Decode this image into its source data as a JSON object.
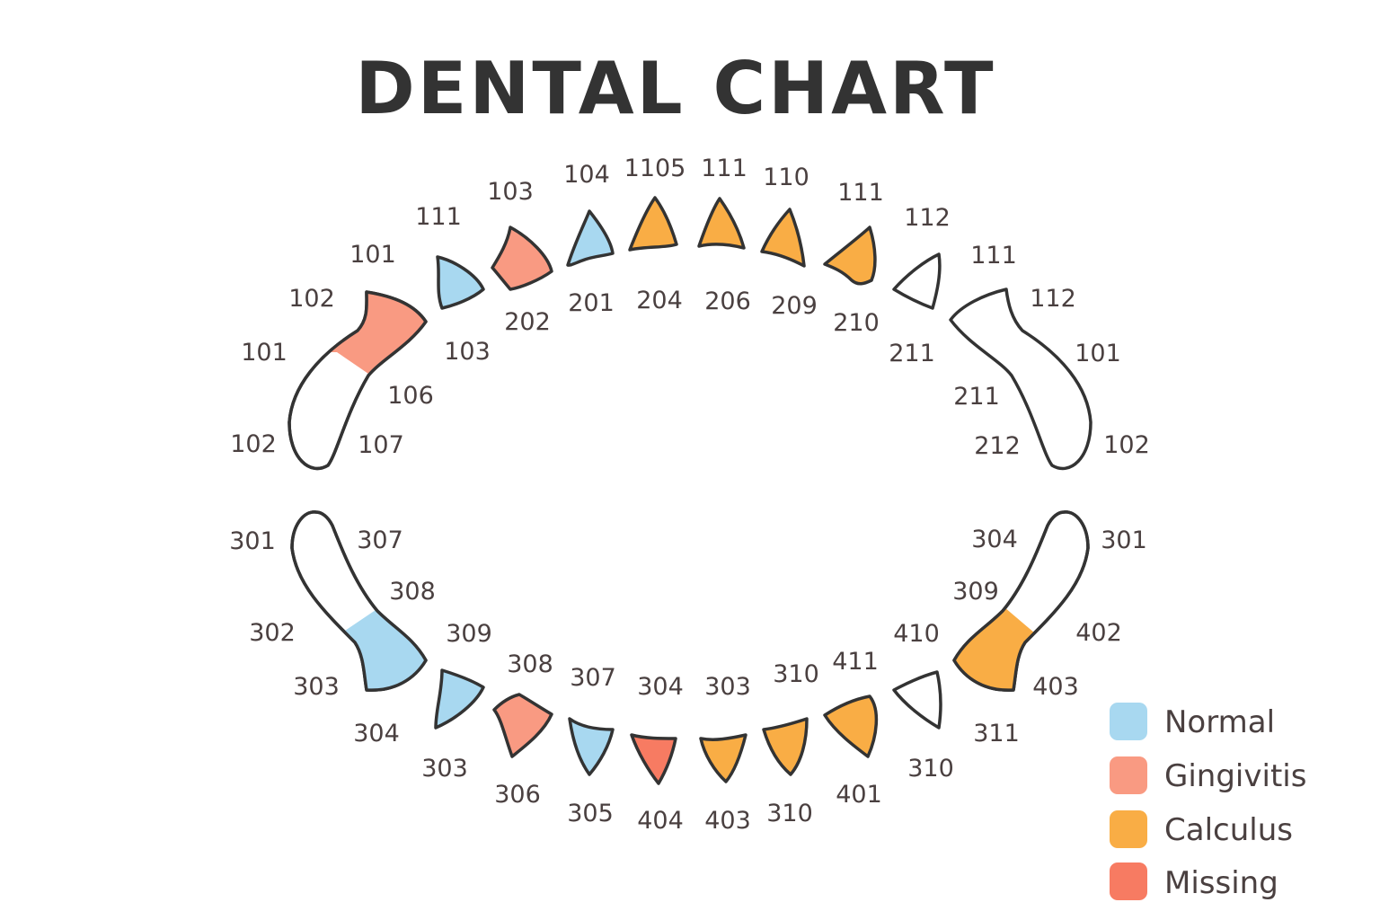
{
  "title": "DENTAL CHART",
  "colors": {
    "normal": "#a8d8f0",
    "gingivitis": "#f99a82",
    "calculus": "#f9ad45",
    "missing": "#f77b62",
    "none": "#ffffff"
  },
  "legend": [
    {
      "label": "Normal",
      "color_key": "normal"
    },
    {
      "label": "Gingivitis",
      "color_key": "gingivitis"
    },
    {
      "label": "Calculus",
      "color_key": "calculus"
    },
    {
      "label": "Missing",
      "color_key": "missing"
    }
  ],
  "teeth": [
    {
      "name": "upper-left-molar",
      "status": "none",
      "band_status": "gingivitis"
    },
    {
      "name": "upper-left-premolar",
      "status": "normal"
    },
    {
      "name": "upper-left-canine",
      "status": "gingivitis"
    },
    {
      "name": "upper-incisor-1",
      "status": "normal"
    },
    {
      "name": "upper-incisor-2",
      "status": "calculus"
    },
    {
      "name": "upper-incisor-3",
      "status": "calculus"
    },
    {
      "name": "upper-incisor-4",
      "status": "calculus"
    },
    {
      "name": "upper-right-canine",
      "status": "calculus"
    },
    {
      "name": "upper-right-premolar",
      "status": "none"
    },
    {
      "name": "upper-right-molar",
      "status": "none"
    },
    {
      "name": "lower-left-molar",
      "status": "none",
      "band_status": "normal"
    },
    {
      "name": "lower-left-premolar",
      "status": "normal"
    },
    {
      "name": "lower-left-canine",
      "status": "gingivitis"
    },
    {
      "name": "lower-incisor-1",
      "status": "normal"
    },
    {
      "name": "lower-incisor-2",
      "status": "missing"
    },
    {
      "name": "lower-incisor-3",
      "status": "calculus"
    },
    {
      "name": "lower-incisor-4",
      "status": "calculus"
    },
    {
      "name": "lower-right-canine",
      "status": "calculus"
    },
    {
      "name": "lower-right-premolar",
      "status": "none"
    },
    {
      "name": "lower-right-molar",
      "status": "none",
      "band_status": "calculus"
    }
  ],
  "numbers": [
    "101",
    "102",
    "101",
    "102",
    "111",
    "103",
    "104",
    "1105",
    "111",
    "110",
    "111",
    "112",
    "111",
    "112",
    "101",
    "102",
    "103",
    "106",
    "107",
    "202",
    "201",
    "204",
    "206",
    "209",
    "210",
    "211",
    "211",
    "212",
    "301",
    "302",
    "303",
    "304",
    "307",
    "308",
    "309",
    "303",
    "308",
    "306",
    "307",
    "305",
    "304",
    "404",
    "303",
    "403",
    "310",
    "310",
    "411",
    "401",
    "410",
    "310",
    "311",
    "304",
    "309",
    "301",
    "402",
    "403"
  ]
}
